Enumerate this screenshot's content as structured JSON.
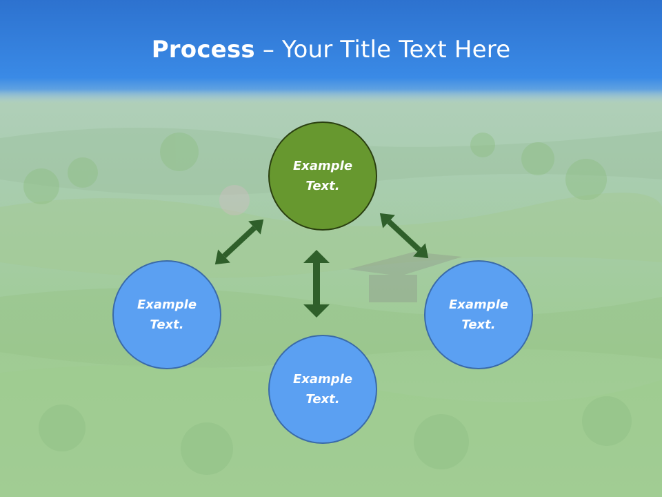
{
  "slide": {
    "title_bold": "Process",
    "title_rest": " – Your Title Text Here"
  },
  "nodes": {
    "top": "Example Text.",
    "left": "Example Text.",
    "right": "Example Text.",
    "bottom": "Example Text."
  },
  "colors": {
    "title_bar": "#3a86e0",
    "center_node": "#67982f",
    "outer_nodes": "#5ba0f2",
    "arrows": "#2f5f2a"
  }
}
